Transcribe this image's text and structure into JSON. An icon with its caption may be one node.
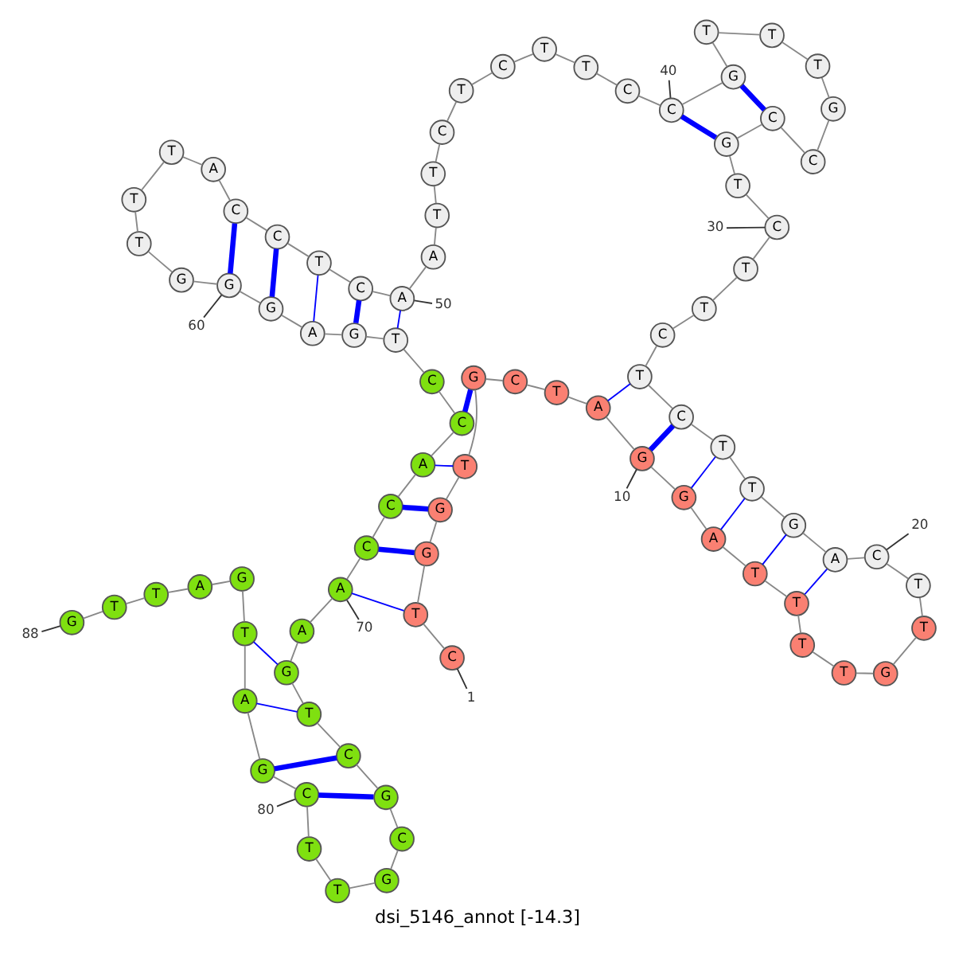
{
  "diagram": {
    "caption": "dsi_5146_annot [-14.3]",
    "nodes": [
      {
        "text": [
          "C"
        ]
      },
      {
        "text": [
          "T"
        ]
      },
      {
        "text": [
          "G"
        ]
      },
      {
        "text": [
          "G"
        ]
      },
      {
        "text": [
          "T"
        ]
      },
      {
        "text": [
          "G"
        ]
      },
      {
        "text": [
          "C"
        ]
      },
      {
        "text": [
          "T"
        ]
      },
      {
        "text": [
          "A"
        ]
      },
      {
        "text": [
          "G"
        ]
      },
      {
        "text": [
          "G"
        ]
      },
      {
        "text": [
          "A"
        ]
      },
      {
        "text": [
          "T"
        ]
      },
      {
        "text": [
          "T"
        ]
      },
      {
        "text": [
          "T"
        ]
      },
      {
        "text": [
          "T"
        ]
      },
      {
        "text": [
          "G"
        ]
      },
      {
        "text": [
          "T"
        ]
      },
      {
        "text": [
          "T"
        ]
      },
      {
        "text": [
          "C"
        ]
      },
      {
        "text": [
          "A"
        ]
      },
      {
        "text": [
          "G"
        ]
      },
      {
        "text": [
          "T"
        ]
      },
      {
        "text": [
          "T"
        ]
      },
      {
        "text": [
          "C"
        ]
      },
      {
        "text": [
          "T"
        ]
      },
      {
        "text": [
          "C"
        ]
      },
      {
        "text": [
          "T"
        ]
      },
      {
        "text": [
          "T"
        ]
      },
      {
        "text": [
          "C"
        ]
      },
      {
        "text": [
          "T"
        ]
      },
      {
        "text": [
          "G"
        ]
      },
      {
        "text": [
          "C"
        ]
      },
      {
        "text": [
          "C"
        ]
      },
      {
        "text": [
          "G"
        ]
      },
      {
        "text": [
          "T"
        ]
      },
      {
        "text": [
          "T"
        ]
      },
      {
        "text": [
          "T"
        ]
      },
      {
        "text": [
          "G"
        ]
      },
      {
        "text": [
          "C"
        ]
      },
      {
        "text": [
          "C"
        ]
      },
      {
        "text": [
          "T"
        ]
      },
      {
        "text": [
          "T"
        ]
      },
      {
        "text": [
          "C"
        ]
      },
      {
        "text": [
          "T"
        ]
      },
      {
        "text": [
          "C"
        ]
      },
      {
        "text": [
          "T"
        ]
      },
      {
        "text": [
          "T"
        ]
      },
      {
        "text": [
          "A"
        ]
      },
      {
        "text": [
          "A"
        ]
      },
      {
        "text": [
          "C"
        ]
      },
      {
        "text": [
          "T"
        ]
      },
      {
        "text": [
          "C"
        ]
      },
      {
        "text": [
          "C"
        ]
      },
      {
        "text": [
          "A"
        ]
      },
      {
        "text": [
          "T"
        ]
      },
      {
        "text": [
          "T"
        ]
      },
      {
        "text": [
          "T"
        ]
      },
      {
        "text": [
          "G"
        ]
      },
      {
        "text": [
          "G"
        ]
      },
      {
        "text": [
          "G"
        ]
      },
      {
        "text": [
          "A"
        ]
      },
      {
        "text": [
          "G"
        ]
      },
      {
        "text": [
          "T"
        ]
      },
      {
        "text": [
          "C"
        ]
      },
      {
        "text": [
          "C"
        ]
      },
      {
        "text": [
          "A"
        ]
      },
      {
        "text": [
          "C"
        ]
      },
      {
        "text": [
          "C"
        ]
      },
      {
        "text": [
          "A"
        ]
      },
      {
        "text": [
          "A"
        ]
      },
      {
        "text": [
          "G"
        ]
      },
      {
        "text": [
          "T"
        ]
      },
      {
        "text": [
          "C"
        ]
      },
      {
        "text": [
          "G"
        ]
      },
      {
        "text": [
          "C"
        ]
      },
      {
        "text": [
          "G"
        ]
      },
      {
        "text": [
          "T"
        ]
      },
      {
        "text": [
          "T"
        ]
      },
      {
        "text": [
          "C"
        ]
      },
      {
        "text": [
          "G"
        ]
      },
      {
        "text": [
          "A"
        ]
      },
      {
        "text": [
          "T"
        ]
      },
      {
        "text": [
          "G"
        ]
      },
      {
        "text": [
          "A"
        ]
      },
      {
        "text": [
          "T"
        ]
      },
      {
        "text": [
          "T"
        ]
      },
      {
        "text": [
          "G"
        ]
      },
      {
        "text": [
          "1"
        ]
      },
      {
        "text": [
          "10"
        ]
      },
      {
        "text": [
          "20"
        ]
      },
      {
        "text": [
          "30"
        ]
      },
      {
        "text": [
          "40"
        ]
      },
      {
        "text": [
          "50"
        ]
      },
      {
        "text": [
          "60"
        ]
      },
      {
        "text": [
          "70"
        ]
      },
      {
        "text": [
          "80"
        ]
      },
      {
        "text": [
          "88"
        ]
      }
    ],
    "edges": [
      {
        "from": 0,
        "to": 1,
        "arrow": "none"
      },
      {
        "from": 1,
        "to": 2,
        "arrow": "none"
      },
      {
        "from": 2,
        "to": 3,
        "arrow": "none"
      },
      {
        "from": 3,
        "to": 4,
        "arrow": "none"
      },
      {
        "from": 4,
        "to": 5,
        "arrow": "none"
      },
      {
        "from": 5,
        "to": 6,
        "arrow": "none"
      },
      {
        "from": 6,
        "to": 7,
        "arrow": "none"
      },
      {
        "from": 7,
        "to": 8,
        "arrow": "none"
      },
      {
        "from": 8,
        "to": 9,
        "arrow": "none"
      },
      {
        "from": 9,
        "to": 10,
        "arrow": "none"
      },
      {
        "from": 10,
        "to": 11,
        "arrow": "none"
      },
      {
        "from": 11,
        "to": 12,
        "arrow": "none"
      },
      {
        "from": 12,
        "to": 13,
        "arrow": "none"
      },
      {
        "from": 13,
        "to": 14,
        "arrow": "none"
      },
      {
        "from": 14,
        "to": 15,
        "arrow": "none"
      },
      {
        "from": 15,
        "to": 16,
        "arrow": "none"
      },
      {
        "from": 16,
        "to": 17,
        "arrow": "none"
      },
      {
        "from": 17,
        "to": 18,
        "arrow": "none"
      },
      {
        "from": 18,
        "to": 19,
        "arrow": "none"
      },
      {
        "from": 19,
        "to": 20,
        "arrow": "none"
      },
      {
        "from": 20,
        "to": 21,
        "arrow": "none"
      },
      {
        "from": 21,
        "to": 22,
        "arrow": "none"
      },
      {
        "from": 22,
        "to": 23,
        "arrow": "none"
      },
      {
        "from": 23,
        "to": 24,
        "arrow": "none"
      },
      {
        "from": 24,
        "to": 25,
        "arrow": "none"
      },
      {
        "from": 25,
        "to": 26,
        "arrow": "none"
      },
      {
        "from": 26,
        "to": 27,
        "arrow": "none"
      },
      {
        "from": 27,
        "to": 28,
        "arrow": "none"
      },
      {
        "from": 28,
        "to": 29,
        "arrow": "none"
      },
      {
        "from": 29,
        "to": 30,
        "arrow": "none"
      },
      {
        "from": 30,
        "to": 31,
        "arrow": "none"
      },
      {
        "from": 31,
        "to": 32,
        "arrow": "none"
      },
      {
        "from": 32,
        "to": 33,
        "arrow": "none"
      },
      {
        "from": 33,
        "to": 34,
        "arrow": "none"
      },
      {
        "from": 34,
        "to": 35,
        "arrow": "none"
      },
      {
        "from": 35,
        "to": 36,
        "arrow": "none"
      },
      {
        "from": 36,
        "to": 37,
        "arrow": "none"
      },
      {
        "from": 37,
        "to": 38,
        "arrow": "none"
      },
      {
        "from": 38,
        "to": 39,
        "arrow": "none"
      },
      {
        "from": 39,
        "to": 40,
        "arrow": "none"
      },
      {
        "from": 40,
        "to": 41,
        "arrow": "none"
      },
      {
        "from": 41,
        "to": 42,
        "arrow": "none"
      },
      {
        "from": 42,
        "to": 43,
        "arrow": "none"
      },
      {
        "from": 43,
        "to": 44,
        "arrow": "none"
      },
      {
        "from": 44,
        "to": 45,
        "arrow": "none"
      },
      {
        "from": 45,
        "to": 46,
        "arrow": "none"
      },
      {
        "from": 46,
        "to": 47,
        "arrow": "none"
      },
      {
        "from": 47,
        "to": 48,
        "arrow": "none"
      },
      {
        "from": 48,
        "to": 49,
        "arrow": "none"
      },
      {
        "from": 49,
        "to": 50,
        "arrow": "none"
      },
      {
        "from": 50,
        "to": 51,
        "arrow": "none"
      },
      {
        "from": 51,
        "to": 52,
        "arrow": "none"
      },
      {
        "from": 52,
        "to": 53,
        "arrow": "none"
      },
      {
        "from": 53,
        "to": 54,
        "arrow": "none"
      },
      {
        "from": 54,
        "to": 55,
        "arrow": "none"
      },
      {
        "from": 55,
        "to": 56,
        "arrow": "none"
      },
      {
        "from": 56,
        "to": 57,
        "arrow": "none"
      },
      {
        "from": 57,
        "to": 58,
        "arrow": "none"
      },
      {
        "from": 58,
        "to": 59,
        "arrow": "none"
      },
      {
        "from": 59,
        "to": 60,
        "arrow": "none"
      },
      {
        "from": 60,
        "to": 61,
        "arrow": "none"
      },
      {
        "from": 61,
        "to": 62,
        "arrow": "none"
      },
      {
        "from": 62,
        "to": 63,
        "arrow": "none"
      },
      {
        "from": 63,
        "to": 64,
        "arrow": "none"
      },
      {
        "from": 64,
        "to": 65,
        "arrow": "none"
      },
      {
        "from": 65,
        "to": 66,
        "arrow": "none"
      },
      {
        "from": 66,
        "to": 67,
        "arrow": "none"
      },
      {
        "from": 67,
        "to": 68,
        "arrow": "none"
      },
      {
        "from": 68,
        "to": 69,
        "arrow": "none"
      },
      {
        "from": 69,
        "to": 70,
        "arrow": "none"
      },
      {
        "from": 70,
        "to": 71,
        "arrow": "none"
      },
      {
        "from": 71,
        "to": 72,
        "arrow": "none"
      },
      {
        "from": 72,
        "to": 73,
        "arrow": "none"
      },
      {
        "from": 73,
        "to": 74,
        "arrow": "none"
      },
      {
        "from": 74,
        "to": 75,
        "arrow": "none"
      },
      {
        "from": 75,
        "to": 76,
        "arrow": "none"
      },
      {
        "from": 76,
        "to": 77,
        "arrow": "none"
      },
      {
        "from": 77,
        "to": 78,
        "arrow": "none"
      },
      {
        "from": 78,
        "to": 79,
        "arrow": "none"
      },
      {
        "from": 79,
        "to": 80,
        "arrow": "none"
      },
      {
        "from": 80,
        "to": 81,
        "arrow": "none"
      },
      {
        "from": 81,
        "to": 82,
        "arrow": "none"
      },
      {
        "from": 82,
        "to": 83,
        "arrow": "none"
      },
      {
        "from": 83,
        "to": 84,
        "arrow": "none"
      },
      {
        "from": 84,
        "to": 85,
        "arrow": "none"
      },
      {
        "from": 85,
        "to": 86,
        "arrow": "none"
      },
      {
        "from": 86,
        "to": 87,
        "arrow": "none"
      },
      {
        "from": 1,
        "to": 69,
        "arrow": "none",
        "color": "#0000ff"
      },
      {
        "from": 2,
        "to": 68,
        "arrow": "none",
        "color": "#0000ff",
        "style": "thick"
      },
      {
        "from": 3,
        "to": 67,
        "arrow": "none",
        "color": "#0000ff",
        "style": "thick"
      },
      {
        "from": 4,
        "to": 66,
        "arrow": "none",
        "color": "#0000ff"
      },
      {
        "from": 5,
        "to": 65,
        "arrow": "none",
        "color": "#0000ff",
        "style": "thick"
      },
      {
        "from": 8,
        "to": 25,
        "arrow": "none",
        "color": "#0000ff"
      },
      {
        "from": 9,
        "to": 24,
        "arrow": "none",
        "color": "#0000ff",
        "style": "thick"
      },
      {
        "from": 10,
        "to": 23,
        "arrow": "none",
        "color": "#0000ff"
      },
      {
        "from": 11,
        "to": 22,
        "arrow": "none",
        "color": "#0000ff"
      },
      {
        "from": 12,
        "to": 21,
        "arrow": "none",
        "color": "#0000ff"
      },
      {
        "from": 13,
        "to": 20,
        "arrow": "none",
        "color": "#0000ff"
      },
      {
        "from": 31,
        "to": 39,
        "arrow": "none",
        "color": "#0000ff",
        "style": "thick"
      },
      {
        "from": 32,
        "to": 38,
        "arrow": "none",
        "color": "#0000ff",
        "style": "thick"
      },
      {
        "from": 49,
        "to": 63,
        "arrow": "none",
        "color": "#0000ff"
      },
      {
        "from": 50,
        "to": 62,
        "arrow": "none",
        "color": "#0000ff",
        "style": "thick"
      },
      {
        "from": 51,
        "to": 61,
        "arrow": "none",
        "color": "#0000ff"
      },
      {
        "from": 52,
        "to": 60,
        "arrow": "none",
        "color": "#0000ff",
        "style": "thick"
      },
      {
        "from": 53,
        "to": 59,
        "arrow": "none",
        "color": "#0000ff",
        "style": "thick"
      },
      {
        "from": 71,
        "to": 82,
        "arrow": "none",
        "color": "#0000ff"
      },
      {
        "from": 72,
        "to": 81,
        "arrow": "none",
        "color": "#0000ff"
      },
      {
        "from": 73,
        "to": 80,
        "arrow": "none",
        "color": "#0000ff",
        "style": "thick"
      },
      {
        "from": 74,
        "to": 79,
        "arrow": "none",
        "color": "#0000ff",
        "style": "thick"
      },
      {
        "from": 88,
        "to": 0,
        "arrow": "none",
        "color": "#333333"
      },
      {
        "from": 89,
        "to": 9,
        "arrow": "none",
        "color": "#333333"
      },
      {
        "from": 90,
        "to": 19,
        "arrow": "none",
        "color": "#333333"
      },
      {
        "from": 91,
        "to": 29,
        "arrow": "none",
        "color": "#333333"
      },
      {
        "from": 92,
        "to": 39,
        "arrow": "none",
        "color": "#333333"
      },
      {
        "from": 93,
        "to": 49,
        "arrow": "none",
        "color": "#333333"
      },
      {
        "from": 94,
        "to": 59,
        "arrow": "none",
        "color": "#333333"
      },
      {
        "from": 95,
        "to": 69,
        "arrow": "none",
        "color": "#333333"
      },
      {
        "from": 96,
        "to": 79,
        "arrow": "none",
        "color": "#333333"
      },
      {
        "from": 97,
        "to": 87,
        "arrow": "none",
        "color": "#333333"
      }
    ]
  }
}
